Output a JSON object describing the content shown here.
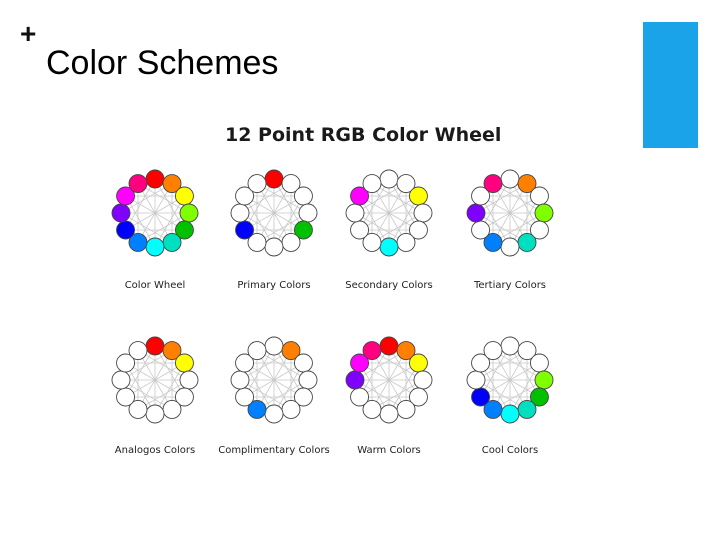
{
  "slide": {
    "bullet": "+",
    "title": "Color Schemes",
    "accent_color": "#1aa3e8"
  },
  "figure": {
    "title": "12 Point RGB Color Wheel",
    "wheel_colors": [
      "#ff0000",
      "#ff8000",
      "#ffff00",
      "#80ff00",
      "#00c000",
      "#00e0c0",
      "#00ffff",
      "#0080ff",
      "#0000ff",
      "#8000ff",
      "#ff00ff",
      "#ff0080"
    ],
    "wheels": [
      {
        "caption": "Color Wheel",
        "filled": [
          0,
          1,
          2,
          3,
          4,
          5,
          6,
          7,
          8,
          9,
          10,
          11
        ]
      },
      {
        "caption": "Primary Colors",
        "filled": [
          0,
          4,
          8
        ]
      },
      {
        "caption": "Secondary Colors",
        "filled": [
          2,
          6,
          10
        ]
      },
      {
        "caption": "Tertiary Colors",
        "filled": [
          1,
          3,
          5,
          7,
          9,
          11
        ]
      },
      {
        "caption": "Analogos Colors",
        "filled": [
          0,
          1,
          2
        ]
      },
      {
        "caption": "Complimentary Colors",
        "filled": [
          1,
          7
        ]
      },
      {
        "caption": "Warm Colors",
        "filled": [
          9,
          10,
          11,
          0,
          1,
          2
        ]
      },
      {
        "caption": "Cool Colors",
        "filled": [
          3,
          4,
          5,
          6,
          7,
          8
        ]
      }
    ]
  }
}
